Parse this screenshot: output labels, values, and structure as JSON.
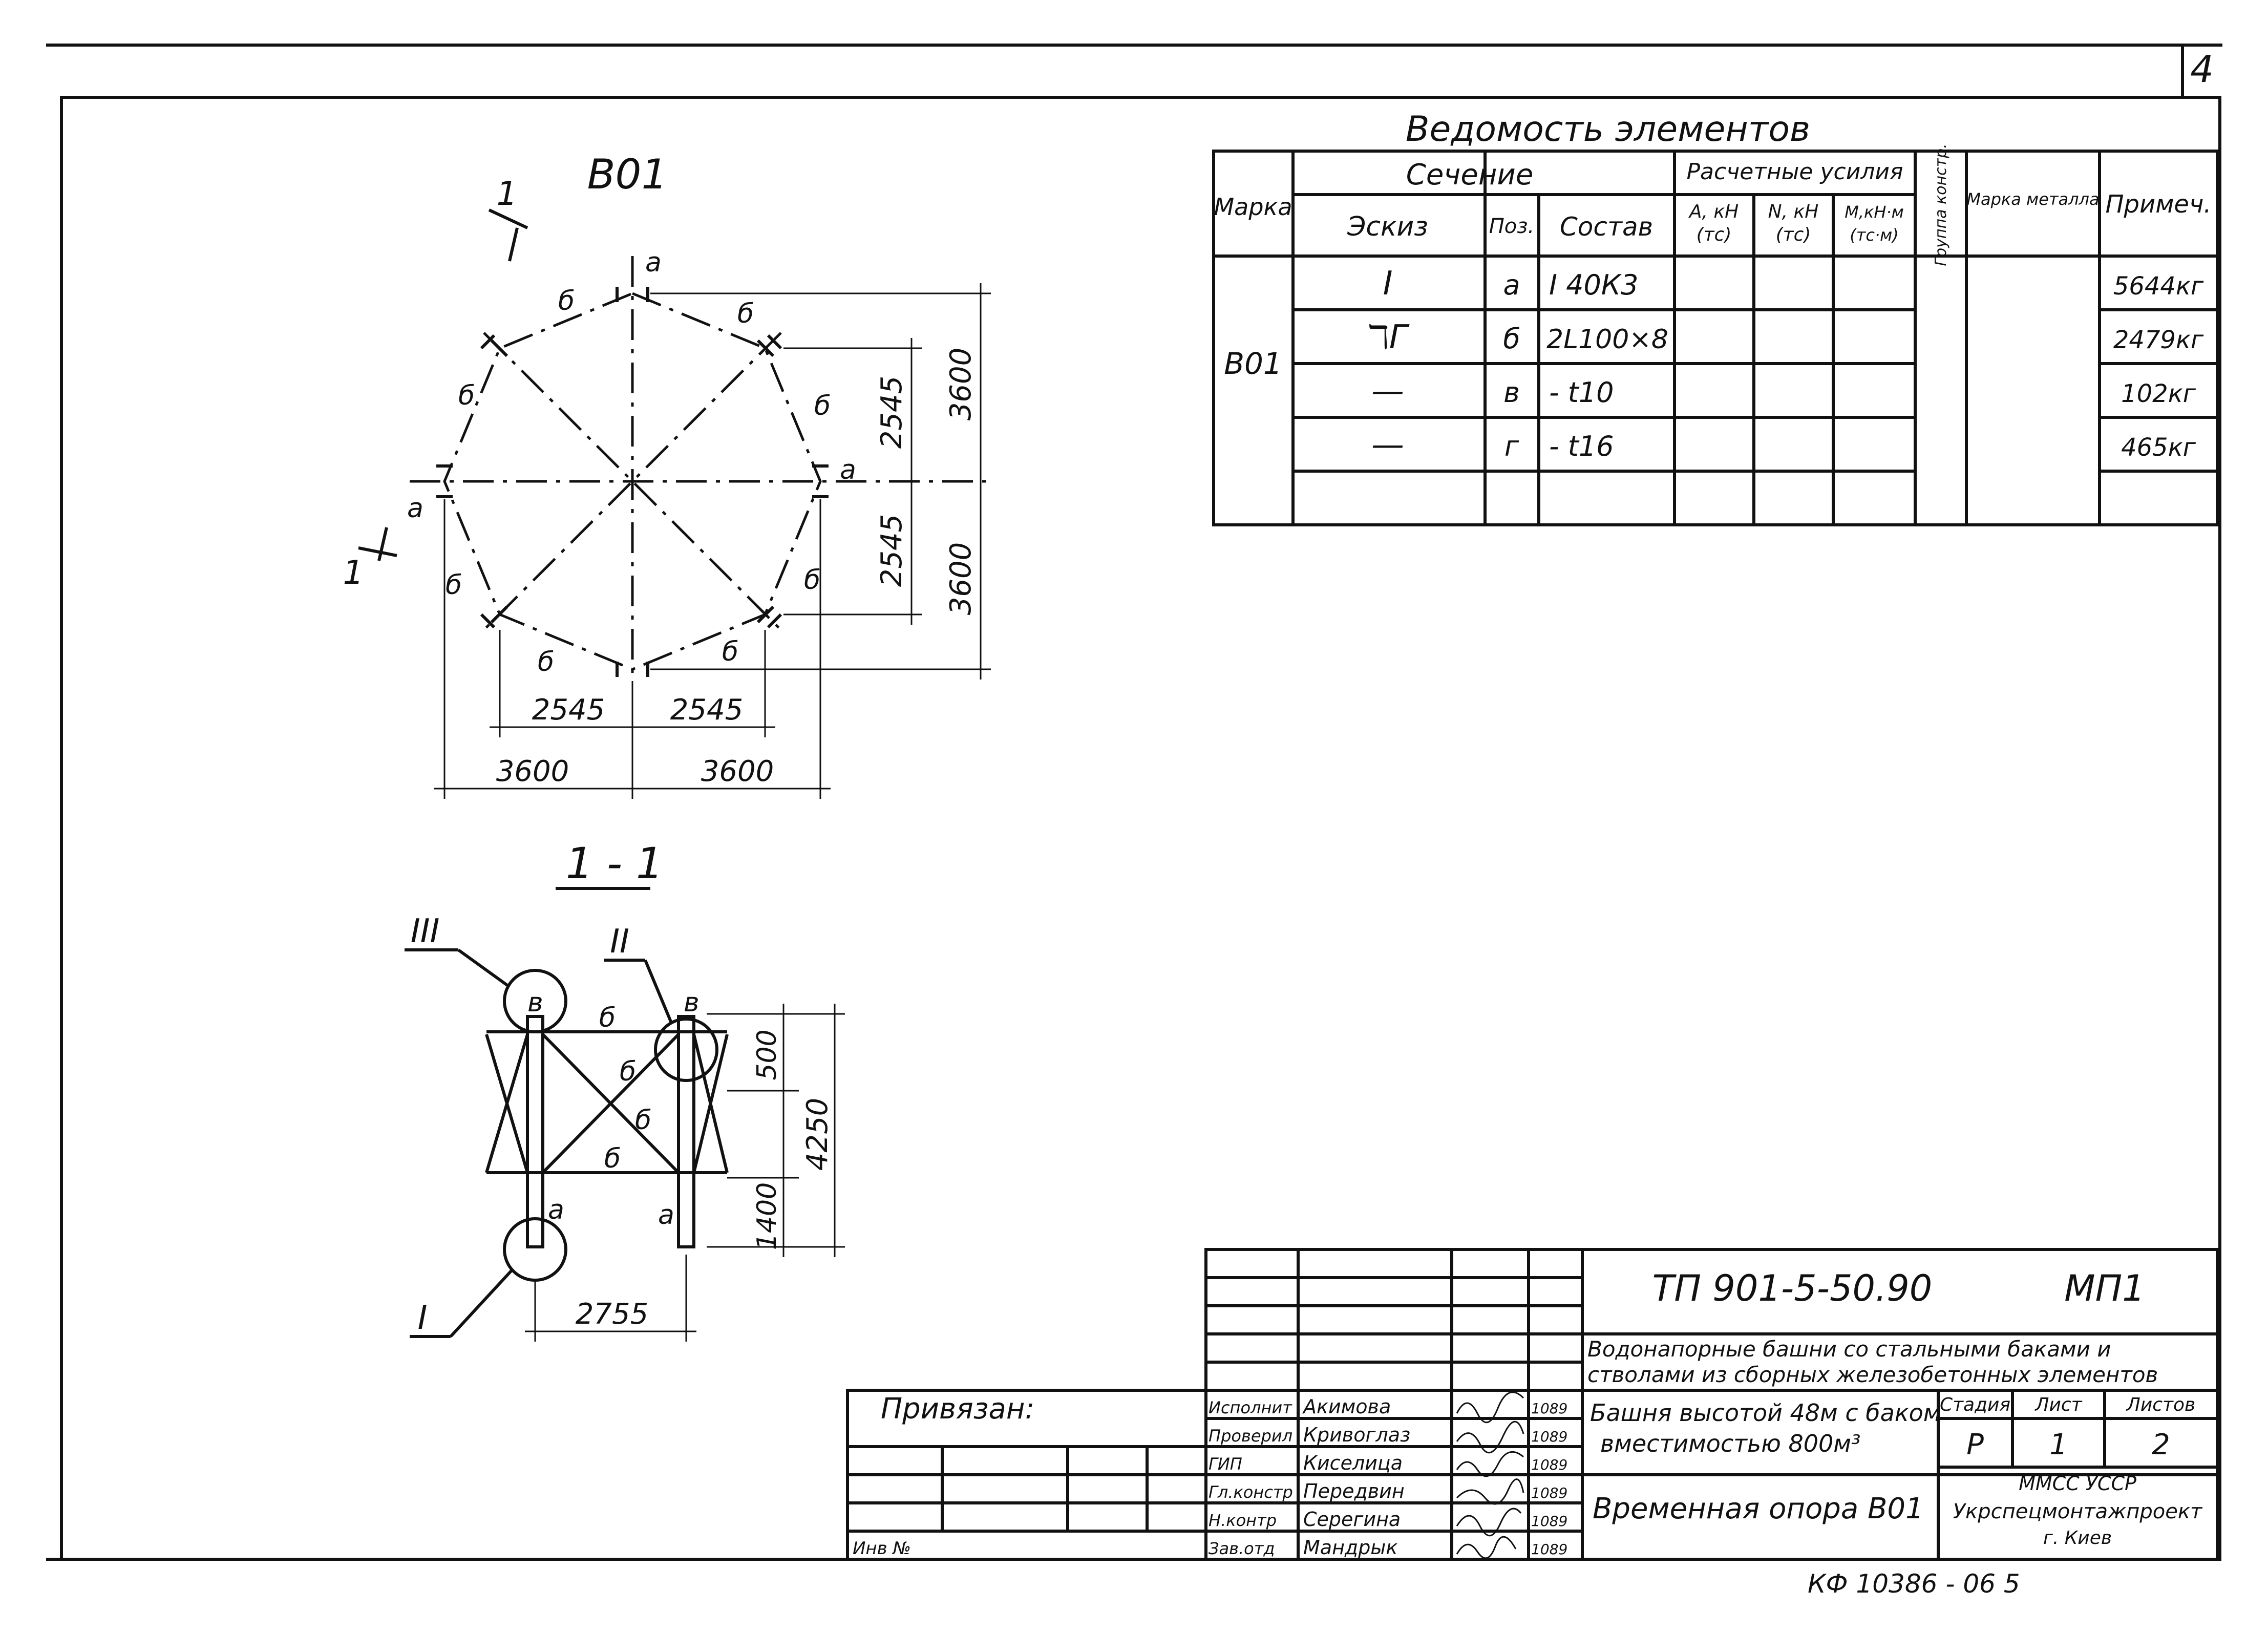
{
  "sheet_number": "4",
  "plan": {
    "title": "В01",
    "section_mark": "1",
    "member_a": "а",
    "member_b": "б",
    "dim_2545": "2545",
    "dim_3600": "3600"
  },
  "section": {
    "title": "1 - 1",
    "callout_1": "I",
    "callout_2": "II",
    "callout_3": "III",
    "member_a": "а",
    "member_b": "б",
    "member_v": "в",
    "dim_500": "500",
    "dim_4250": "4250",
    "dim_1400": "1400",
    "dim_2755": "2755"
  },
  "elements_table": {
    "title": "Ведомость элементов",
    "headers": {
      "mark": "Марка",
      "section": "Сечение",
      "sketch": "Эскиз",
      "pos": "Поз.",
      "composition": "Состав",
      "forces": "Расчетные усилия",
      "a_force": "А, кН",
      "a_unit": "(тс)",
      "n_force": "N, кН",
      "n_unit": "(тс)",
      "m_force": "М,кН·м",
      "m_unit": "(тс·м)",
      "group": "Группа констр.",
      "steel": "Марка металла",
      "note": "Примеч."
    },
    "mark_value": "В01",
    "rows": [
      {
        "sketch": "I",
        "pos": "а",
        "composition": "I 40К3",
        "note": "5644кг"
      },
      {
        "sketch": "ℸΓ",
        "pos": "б",
        "composition": "2L100×8",
        "note": "2479кг"
      },
      {
        "sketch": "—",
        "pos": "в",
        "composition": "- t10",
        "note": "102кг"
      },
      {
        "sketch": "—",
        "pos": "г",
        "composition": "- t16",
        "note": "465кг"
      }
    ]
  },
  "title_block": {
    "project_code": "ТП 901-5-50.90",
    "sheet_code": "МП1",
    "project_title": "Водонапорные башни со стальными баками и стволами из сборных железобетонных элементов",
    "object_line1": "Башня высотой 48м с баком",
    "object_line2": "вместимостью 800м³",
    "drawing_name": "Временная опора В01",
    "stage_label": "Стадия",
    "stage_value": "Р",
    "sheet_label": "Лист",
    "sheet_value": "1",
    "sheets_label": "Листов",
    "sheets_value": "2",
    "org_line1": "ММСС УССР",
    "org_line2": "Укрспецмонтажпроект",
    "org_line3": "г. Киев",
    "bound_label": "Привязан:",
    "inv_label": "Инв №",
    "staff": [
      {
        "role": "Исполнит",
        "name": "Акимова",
        "date": "1089"
      },
      {
        "role": "Проверил",
        "name": "Кривоглаз",
        "date": "1089"
      },
      {
        "role": "ГИП",
        "name": "Киселица",
        "date": "1089"
      },
      {
        "role": "Гл.констр",
        "name": "Передвин",
        "date": "1089"
      },
      {
        "role": "Н.контр",
        "name": "Серегина",
        "date": "1089"
      },
      {
        "role": "Зав.отд",
        "name": "Мандрык",
        "date": "1089"
      }
    ]
  },
  "archive_number": "КФ 10386 - 06   5"
}
